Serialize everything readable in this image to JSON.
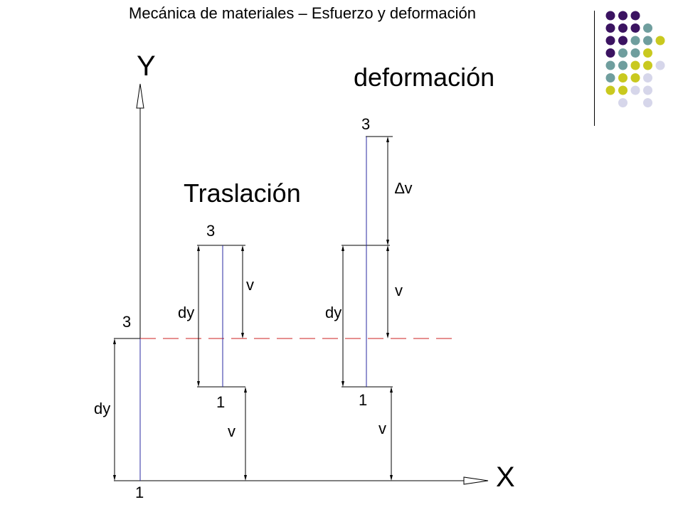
{
  "slide": {
    "title": "Mecánica de materiales – Esfuerzo y deformación"
  },
  "decoration": {
    "dot_grid": [
      [
        "purple",
        "purple",
        "purple",
        "",
        "",
        ""
      ],
      [
        "purple",
        "purple",
        "purple",
        "teal",
        "",
        ""
      ],
      [
        "purple",
        "purple",
        "teal",
        "teal",
        "yellow",
        ""
      ],
      [
        "purple",
        "teal",
        "teal",
        "yellow",
        "",
        ""
      ],
      [
        "teal",
        "teal",
        "yellow",
        "yellow",
        "lavender",
        ""
      ],
      [
        "teal",
        "yellow",
        "yellow",
        "lavender",
        "",
        ""
      ],
      [
        "yellow",
        "yellow",
        "lavender",
        "lavender",
        "",
        ""
      ],
      [
        "",
        "lavender",
        "",
        "lavender",
        "",
        ""
      ]
    ],
    "colors": {
      "purple": "#3b1361",
      "teal": "#6f9e9e",
      "yellow": "#c9c91f",
      "lavender": "#d6d6ea"
    }
  },
  "diagram": {
    "axis_y_label": "Y",
    "axis_x_label": "X",
    "section_traslacion": "Traslación",
    "section_deformacion": "deformación",
    "ref": {
      "label_top": "3",
      "label_bottom": "1",
      "label_dy": "dy"
    },
    "traslacion": {
      "label_top": "3",
      "label_bottom": "1",
      "label_dy": "dy",
      "label_v_upper": "v",
      "label_v_lower": "v"
    },
    "deformacion": {
      "label_top": "3",
      "label_bottom": "1",
      "label_dy": "dy",
      "label_delta_v": "∆v",
      "label_v_upper": "v",
      "label_v_lower": "v"
    },
    "colors": {
      "line": "#000000",
      "element_line": "#2a2aa0",
      "dashed_reference": "#cc2222"
    }
  }
}
